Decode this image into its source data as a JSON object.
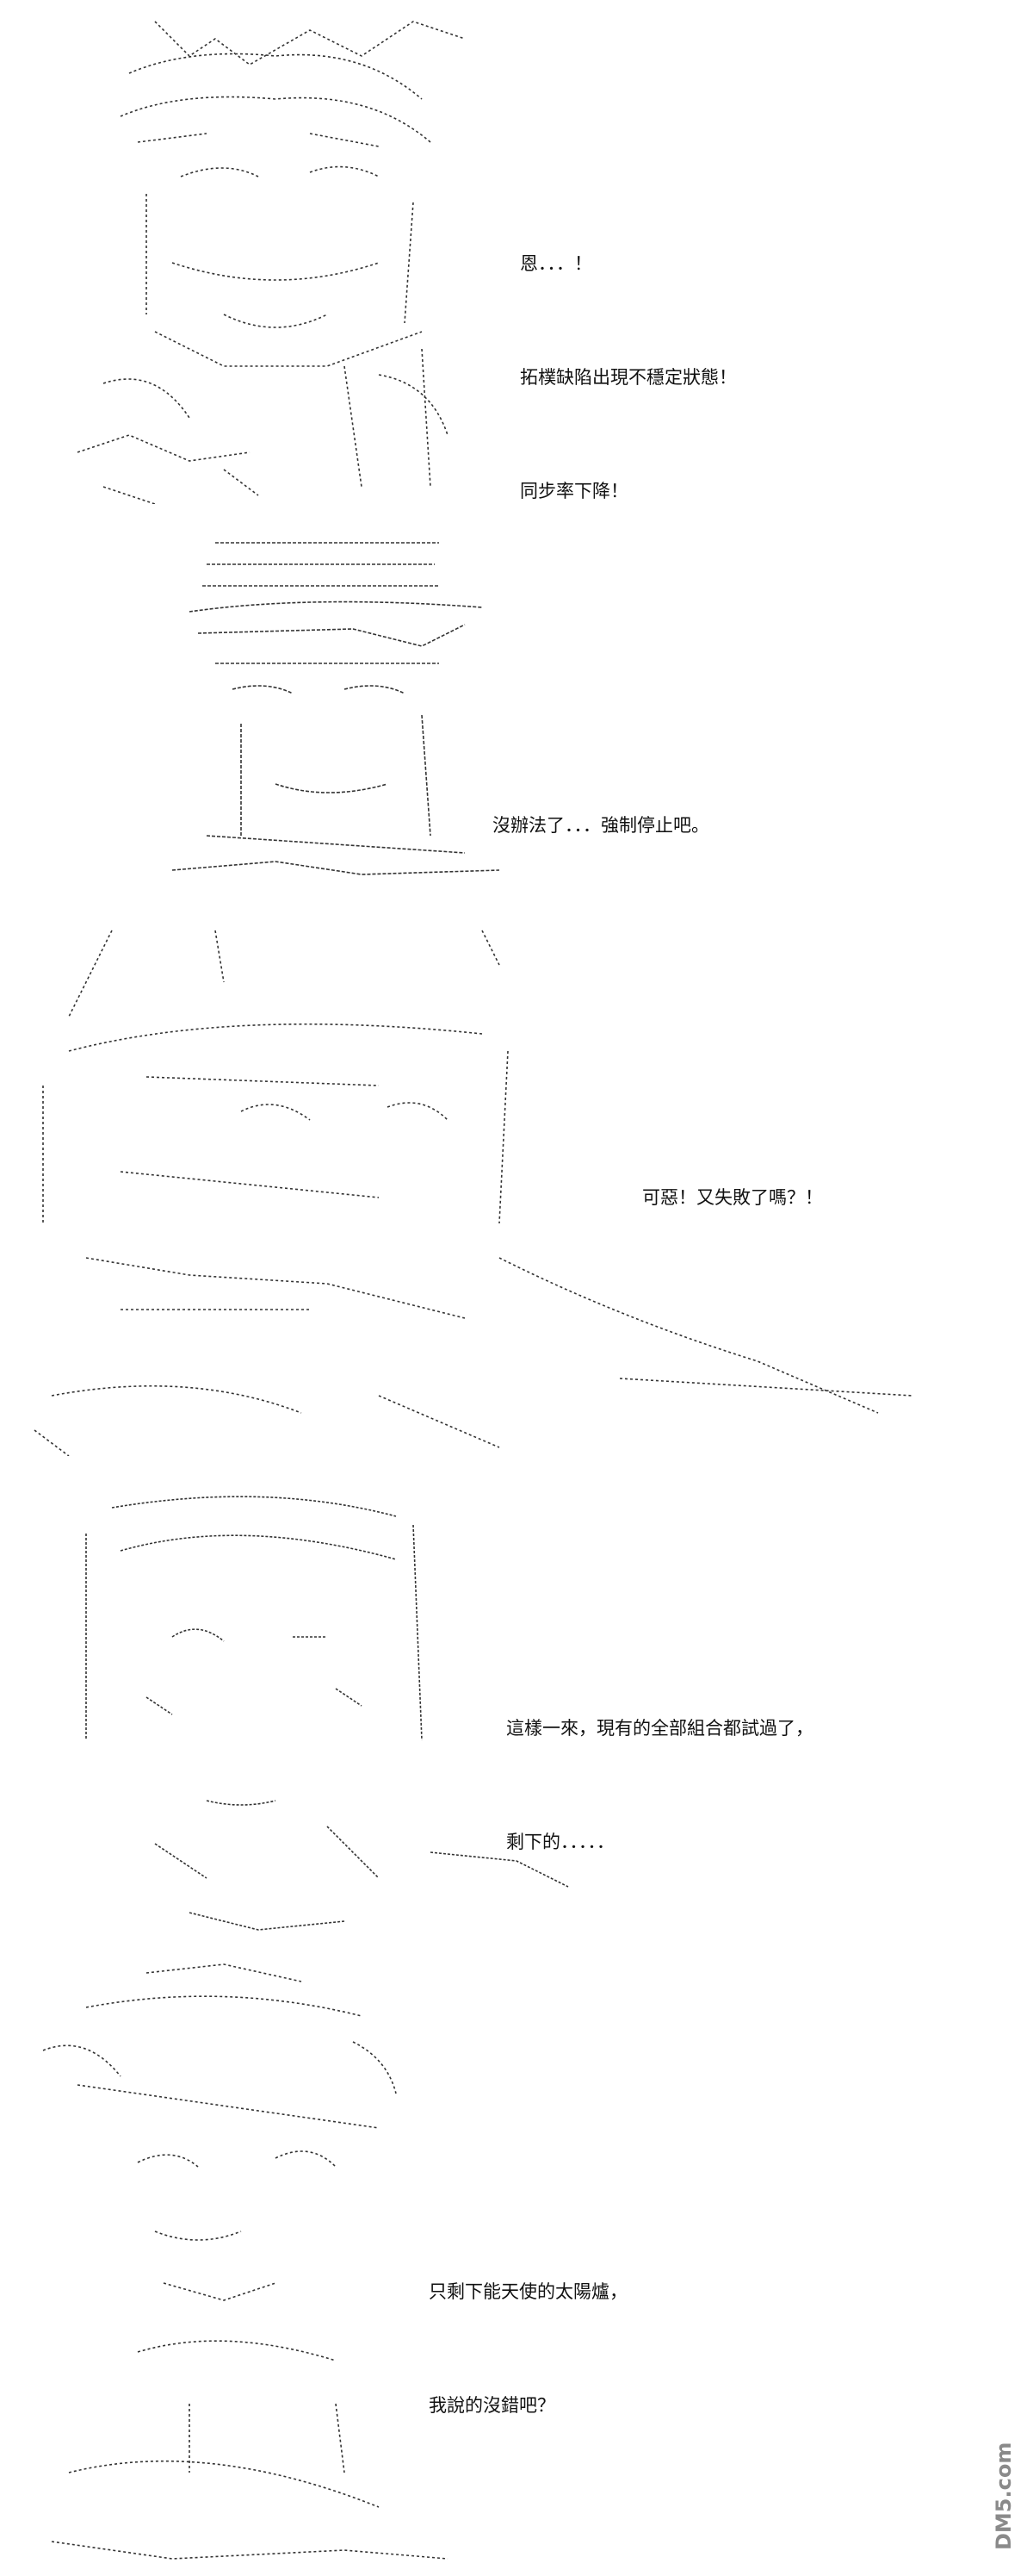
{
  "panels": [
    {
      "lines": [
        "恩．．．！",
        "拓樸缺陷出現不穩定狀態！",
        "同步率下降！"
      ]
    },
    {
      "lines": [
        "沒辦法了．．．強制停止吧。"
      ]
    },
    {
      "lines": [
        "可惡！又失敗了嗎？！"
      ]
    },
    {
      "lines": [
        "這樣一來，現有的全部組合都試過了，",
        "剩下的．．．．．"
      ]
    },
    {
      "lines": [
        "只剩下能天使的太陽爐，",
        "我說的沒錯吧？"
      ]
    }
  ],
  "watermark": {
    "text": "DM5.com"
  },
  "colors": {
    "ink": "#111111",
    "background": "#ffffff",
    "watermark": "#8a8a8a"
  }
}
